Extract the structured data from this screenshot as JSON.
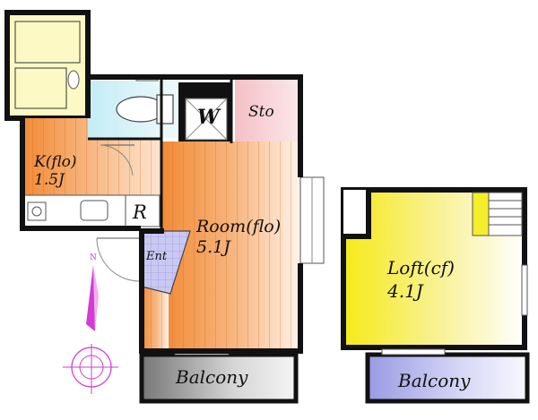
{
  "labels": {
    "kitchen": {
      "name": "K(flo)",
      "size": "1.5J"
    },
    "wardrobe": "W",
    "storage": "Sto",
    "refrigerator": "R",
    "room": {
      "name": "Room(flo)",
      "size": "5.1J"
    },
    "entrance": "Ent",
    "loft": {
      "name": "Loft(cf)",
      "size": "4.1J"
    },
    "balcony_left": "Balcony",
    "balcony_right": "Balcony",
    "compass_north": "N"
  },
  "colors": {
    "wall": "#111111",
    "floor_wood": "#f59a4e",
    "floor_wood_light": "#fff4ea",
    "bath_unit": "#fdf9c4",
    "toilet_room": "#d8f4f8",
    "storage_room": "#f8d2d6",
    "entrance_tile": "#c8c8f2",
    "loft_yellow": "#f5ee2a",
    "balcony_gray": "#8a8a8a",
    "balcony_blue": "#a8a8e8",
    "compass": "#d23cd2"
  }
}
